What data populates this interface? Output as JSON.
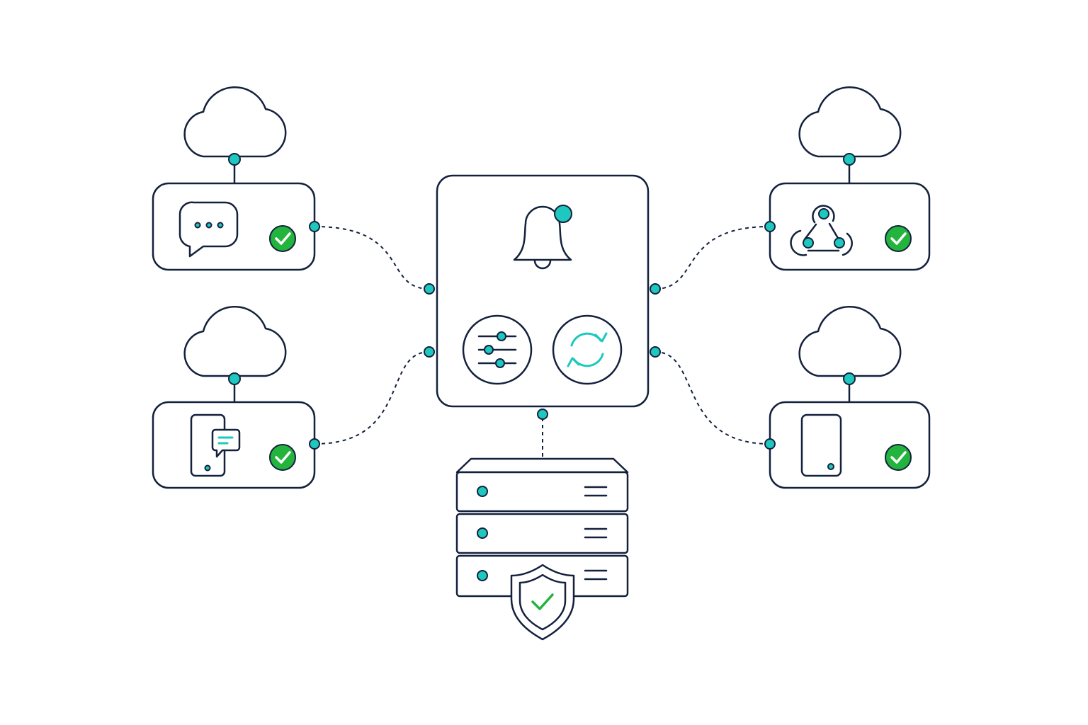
{
  "colors": {
    "outline": "#14213d",
    "accent": "#1ec8be",
    "success": "#22b43c",
    "background": "#ffffff"
  },
  "hub": {
    "icons": [
      "bell-icon",
      "sliders-icon",
      "sync-icon"
    ]
  },
  "channels": [
    {
      "position": "top-left",
      "icon": "chat-bubble-icon",
      "status": "success"
    },
    {
      "position": "bottom-left",
      "icon": "phone-message-icon",
      "status": "success"
    },
    {
      "position": "top-right",
      "icon": "webhook-icon",
      "status": "success"
    },
    {
      "position": "bottom-right",
      "icon": "mobile-phone-icon",
      "status": "success"
    }
  ],
  "server": {
    "units": 3,
    "badge": "shield-check-icon"
  }
}
